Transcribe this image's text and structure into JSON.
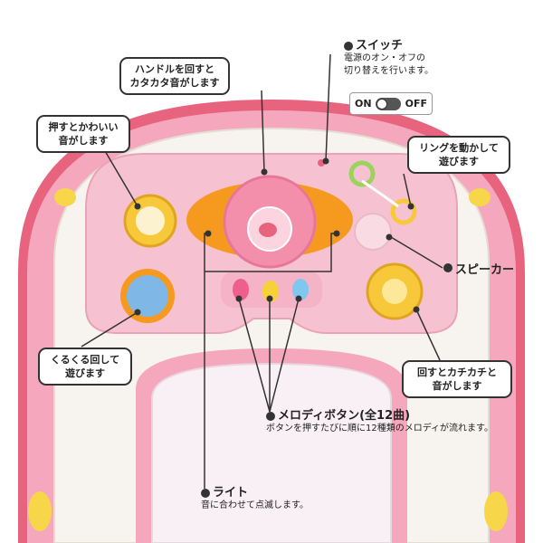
{
  "callouts": {
    "handle": [
      "ハンドルを回すと",
      "カタカタ音がします"
    ],
    "press": [
      "押すとかわいい",
      "音がします"
    ],
    "ring": [
      "リングを動かして",
      "遊びます"
    ],
    "roll": [
      "くるくる回して",
      "遊びます"
    ],
    "rotate": [
      "回すとカチカチと",
      "音がします"
    ]
  },
  "switch": {
    "title": "スイッチ",
    "desc": [
      "電源のオン・オフの",
      "切り替えを行います。"
    ],
    "on": "ON",
    "off": "OFF"
  },
  "speaker": "スピーカー",
  "melody": {
    "title": "メロディボタン(全12曲)",
    "desc": "ボタンを押すたびに順に12種類のメロディが流れます。"
  },
  "light": {
    "title": "ライト",
    "desc": "音に合わせて点滅します。"
  },
  "colors": {
    "tray_pink": "#f4a7bd",
    "tray_rim": "#e8647e",
    "panel_pink": "#f6c2d2",
    "white_frame": "#f7f3ee",
    "orange": "#f59a1e",
    "yellow": "#f7c83a",
    "blue": "#7fb8e6"
  }
}
